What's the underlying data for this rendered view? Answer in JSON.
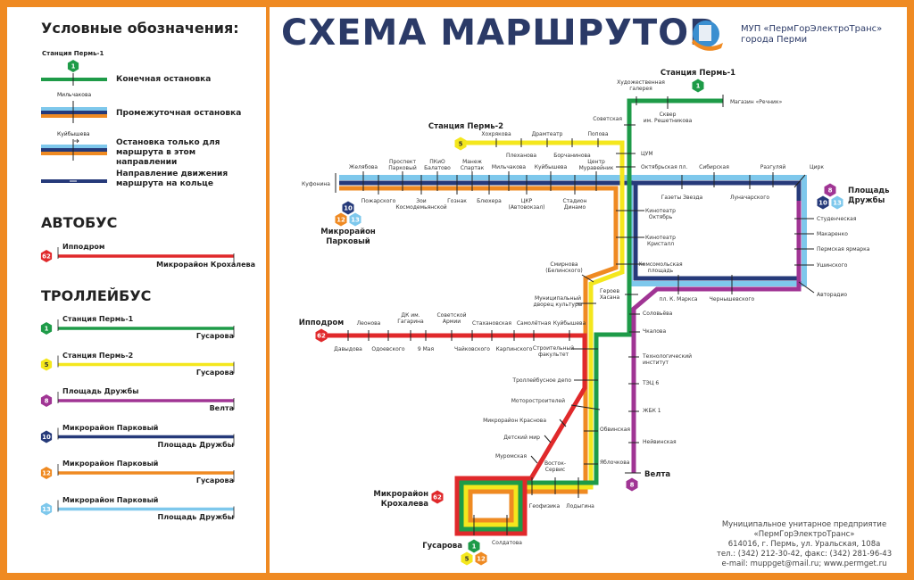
{
  "header": {
    "title": "СХЕМА МАРШРУТОВ",
    "org_line1": "МУП «ПермГорЭлектроТранс»",
    "org_line2": "города Перми"
  },
  "legend": {
    "title": "Условные обозначения:",
    "sample_terminal": "Станция Пермь-1",
    "sample_terminal_badge": "1",
    "sample_stop": "Мильчакова",
    "sample_oneway": "Куйбышева",
    "items": [
      {
        "label": "Конечная остановка"
      },
      {
        "label": "Промежуточная остановка"
      },
      {
        "label": "Остановка только для маршрута в этом направлении"
      },
      {
        "label": "Направление движения маршрута на кольце"
      }
    ]
  },
  "bus": {
    "heading": "АВТОБУС",
    "routes": [
      {
        "number": "62",
        "from": "Ипподром",
        "to": "Микрорайон Крохалева",
        "color": "#e0292b"
      }
    ]
  },
  "trolleybus": {
    "heading": "ТРОЛЛЕЙБУС",
    "routes": [
      {
        "number": "1",
        "from": "Станция Пермь-1",
        "to": "Гусарова",
        "color": "#1e9b48"
      },
      {
        "number": "5",
        "from": "Станция Пермь-2",
        "to": "Гусарова",
        "color": "#f4e71d"
      },
      {
        "number": "8",
        "from": "Площадь Дружбы",
        "to": "Велта",
        "color": "#a03594"
      },
      {
        "number": "10",
        "from": "Микрорайон Парковый",
        "to": "Площадь Дружбы",
        "color": "#263a7a"
      },
      {
        "number": "12",
        "from": "Микрорайон Парковый",
        "to": "Гусарова",
        "color": "#ef8a22"
      },
      {
        "number": "13",
        "from": "Микрорайон Парковый",
        "to": "Площадь Дружбы",
        "color": "#7ec8ec"
      }
    ]
  },
  "map": {
    "badges": [
      "1",
      "5",
      "10",
      "12",
      "13",
      "8",
      "10",
      "13",
      "62",
      "8",
      "62",
      "1",
      "5",
      "12"
    ],
    "stations": [
      {
        "name": [
          "Станция Пермь-1"
        ]
      },
      {
        "name": [
          "Художественная",
          "галерея"
        ]
      },
      {
        "name": [
          "Сквер",
          "им. Решетникова"
        ]
      },
      {
        "name": [
          "Магазин «Речник»"
        ]
      },
      {
        "name": [
          "Советская"
        ]
      },
      {
        "name": [
          "ЦУМ"
        ]
      },
      {
        "name": [
          "Октябрьская пл."
        ]
      },
      {
        "name": [
          "Станция Пермь-2"
        ]
      },
      {
        "name": [
          "Хохрякова"
        ]
      },
      {
        "name": [
          "Плеханова"
        ]
      },
      {
        "name": [
          "Драмтеатр"
        ]
      },
      {
        "name": [
          "Борчанинова"
        ]
      },
      {
        "name": [
          "Попова"
        ]
      },
      {
        "name": [
          "Куфонина"
        ]
      },
      {
        "name": [
          "Желябова"
        ]
      },
      {
        "name": [
          "Пожарского"
        ]
      },
      {
        "name": [
          "Проспект",
          "Парковый"
        ]
      },
      {
        "name": [
          "Зои",
          "Космодемьянской"
        ]
      },
      {
        "name": [
          "ПКиО",
          "Балатово"
        ]
      },
      {
        "name": [
          "Гознак"
        ]
      },
      {
        "name": [
          "Манеж",
          "Спартак"
        ]
      },
      {
        "name": [
          "Блюхера"
        ]
      },
      {
        "name": [
          "Мильчакова"
        ]
      },
      {
        "name": [
          "ЦКР",
          "(Автовокзал)"
        ]
      },
      {
        "name": [
          "Куйбышева"
        ]
      },
      {
        "name": [
          "Стадион",
          "Динамо"
        ]
      },
      {
        "name": [
          "Центр",
          "Муравейник"
        ]
      },
      {
        "name": [
          "Газеты Звезда"
        ]
      },
      {
        "name": [
          "Сибирская"
        ]
      },
      {
        "name": [
          "Луначарского"
        ]
      },
      {
        "name": [
          "Разгуляй"
        ]
      },
      {
        "name": [
          "Цирк"
        ]
      },
      {
        "name": [
          "Площадь",
          "Дружбы"
        ]
      },
      {
        "name": [
          "Кинотеатр",
          "Октябрь"
        ]
      },
      {
        "name": [
          "Кинотеатр",
          "Кристалл"
        ]
      },
      {
        "name": [
          "Комсомольская",
          "площадь"
        ]
      },
      {
        "name": [
          "Студенческая"
        ]
      },
      {
        "name": [
          "Макаренко"
        ]
      },
      {
        "name": [
          "Пермская ярмарка"
        ]
      },
      {
        "name": [
          "Ушинского"
        ]
      },
      {
        "name": [
          "Авторадио"
        ]
      },
      {
        "name": [
          "пл. К. Маркса"
        ]
      },
      {
        "name": [
          "Чернышевского"
        ]
      },
      {
        "name": [
          "Микрорайон",
          "Парковый"
        ]
      },
      {
        "name": [
          "Смирнова",
          "(Белинского)"
        ]
      },
      {
        "name": [
          "Муниципальный",
          "дворец культуры"
        ]
      },
      {
        "name": [
          "Героев",
          "Хасана"
        ]
      },
      {
        "name": [
          "Соловьёва"
        ]
      },
      {
        "name": [
          "Чкалова"
        ]
      },
      {
        "name": [
          "Технологический",
          "институт"
        ]
      },
      {
        "name": [
          "ТЭЦ 6"
        ]
      },
      {
        "name": [
          "ЖБК 1"
        ]
      },
      {
        "name": [
          "Нейвинская"
        ]
      },
      {
        "name": [
          "Велта"
        ]
      },
      {
        "name": [
          "Ипподром"
        ]
      },
      {
        "name": [
          "Леонова"
        ]
      },
      {
        "name": [
          "Давыдова"
        ]
      },
      {
        "name": [
          "ДК им.",
          "Гагарина"
        ]
      },
      {
        "name": [
          "Одоевского"
        ]
      },
      {
        "name": [
          "9 Мая"
        ]
      },
      {
        "name": [
          "Советской",
          "Армии"
        ]
      },
      {
        "name": [
          "Чайковского"
        ]
      },
      {
        "name": [
          "Стахановская"
        ]
      },
      {
        "name": [
          "Карпинского"
        ]
      },
      {
        "name": [
          "Самолётная"
        ]
      },
      {
        "name": [
          "Куйбышева"
        ]
      },
      {
        "name": [
          "Строительный",
          "факультет"
        ]
      },
      {
        "name": [
          "Троллейбусное депо"
        ]
      },
      {
        "name": [
          "Моторостроителей"
        ]
      },
      {
        "name": [
          "Микрорайон Краснова"
        ]
      },
      {
        "name": [
          "Детский мир"
        ]
      },
      {
        "name": [
          "Муромская"
        ]
      },
      {
        "name": [
          "Восток-",
          "Сервис"
        ]
      },
      {
        "name": [
          "Обвинская"
        ]
      },
      {
        "name": [
          "Яблочкова"
        ]
      },
      {
        "name": [
          "Геофизика"
        ]
      },
      {
        "name": [
          "Лодыгина"
        ]
      },
      {
        "name": [
          "Солдатова"
        ]
      },
      {
        "name": [
          "Микрорайон",
          "Крохалева"
        ]
      },
      {
        "name": [
          "Гусарова"
        ]
      }
    ]
  },
  "footer": {
    "lines": [
      "Муниципальное унитарное предприятие",
      "«ПермГорЭлектроТранс»",
      "614016, г. Пермь, ул. Уральская, 108а",
      "тел.: (342) 212-30-42, факс: (342) 281-96-43",
      "e-mail: muppget@mail.ru; www.permget.ru"
    ]
  }
}
